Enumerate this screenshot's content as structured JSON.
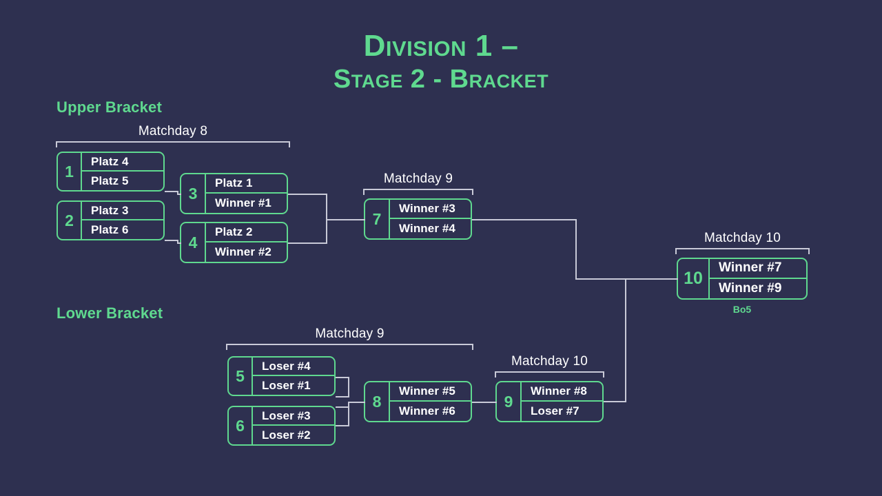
{
  "title": {
    "line1": "Division 1 –",
    "line2": "Stage 2 - Bracket"
  },
  "colors": {
    "background": "#2e3050",
    "accent_green": "#5fd98f",
    "text_white": "#ffffff",
    "connector": "#c9cad8"
  },
  "sections": {
    "upper": {
      "heading": "Upper Bracket"
    },
    "lower": {
      "heading": "Lower Bracket"
    }
  },
  "matchday_labels": {
    "upper_md8": "Matchday 8",
    "upper_md9": "Matchday 9",
    "upper_md10": "Matchday 10",
    "lower_md9": "Matchday 9",
    "lower_md10": "Matchday 10"
  },
  "matches": {
    "m1": {
      "number": "1",
      "top": "Platz 4",
      "bottom": "Platz 5"
    },
    "m2": {
      "number": "2",
      "top": "Platz 3",
      "bottom": "Platz 6"
    },
    "m3": {
      "number": "3",
      "top": "Platz 1",
      "bottom": "Winner #1"
    },
    "m4": {
      "number": "4",
      "top": "Platz 2",
      "bottom": "Winner #2"
    },
    "m5": {
      "number": "5",
      "top": "Loser #4",
      "bottom": "Loser #1"
    },
    "m6": {
      "number": "6",
      "top": "Loser #3",
      "bottom": "Loser #2"
    },
    "m7": {
      "number": "7",
      "top": "Winner #3",
      "bottom": "Winner #4"
    },
    "m8": {
      "number": "8",
      "top": "Winner #5",
      "bottom": "Winner #6"
    },
    "m9": {
      "number": "9",
      "top": "Winner #8",
      "bottom": "Loser #7"
    },
    "m10": {
      "number": "10",
      "top": "Winner #7",
      "bottom": "Winner #9",
      "format": "Bo5"
    }
  }
}
